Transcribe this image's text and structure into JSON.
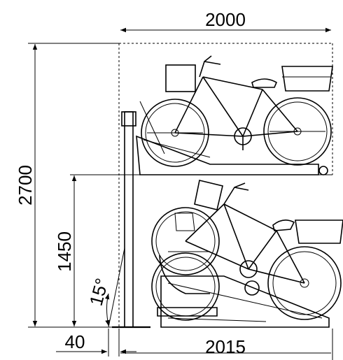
{
  "dimensions": {
    "top_width": "2000",
    "total_height": "2700",
    "lower_height": "1450",
    "angle": "15°",
    "offset": "40",
    "bottom_width": "2015"
  },
  "icons": {
    "upper_bicycle": "bicycle-icon",
    "lower_bicycle_front": "bicycle-icon",
    "lower_bicycle_rear": "bicycle-icon"
  }
}
